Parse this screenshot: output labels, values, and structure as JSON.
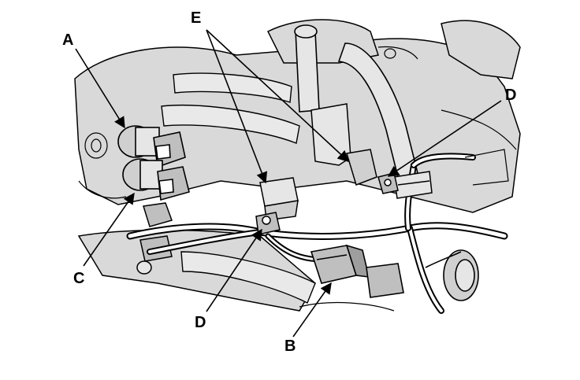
{
  "callouts": {
    "a": "A",
    "b": "B",
    "c": "C",
    "d_upper": "D",
    "d_lower": "D",
    "e": "E"
  },
  "colors": {
    "line": "#000000",
    "shade": "#d9d9d9",
    "shade_dark": "#bfbfbf",
    "background": "#ffffff"
  }
}
